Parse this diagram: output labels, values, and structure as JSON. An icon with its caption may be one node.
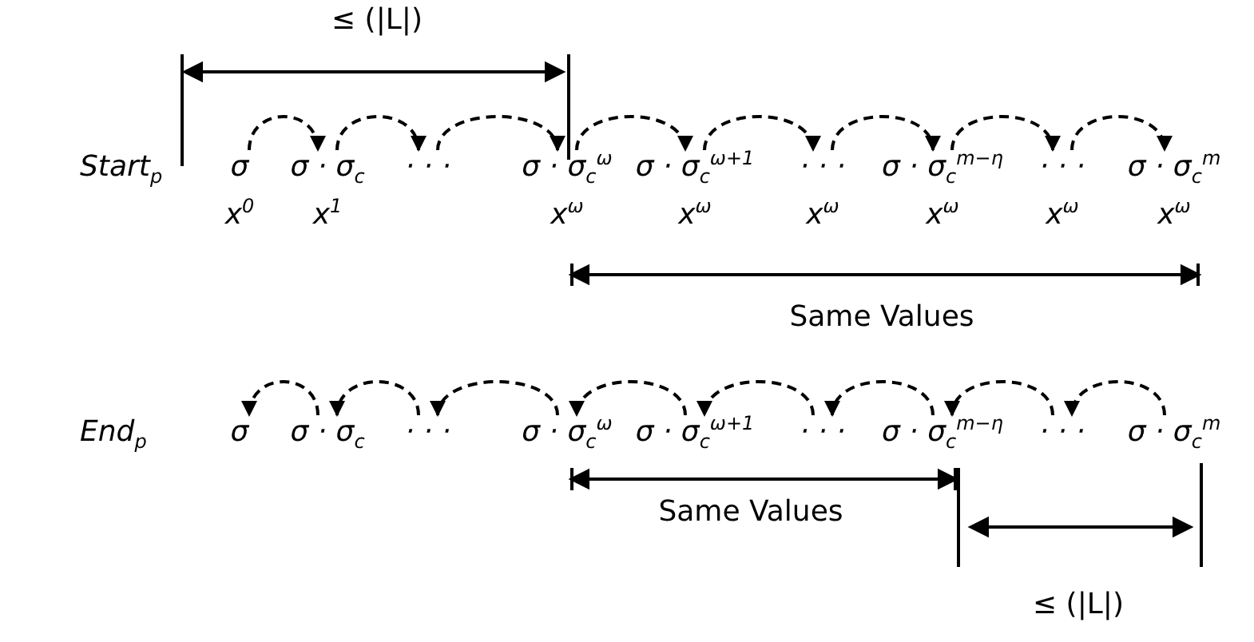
{
  "diagram": {
    "nodes": [
      {
        "text": [
          "σ"
        ],
        "beside": [
          "x$^{0}$"
        ]
      },
      {
        "text": [
          "σ · σ$_{c}$"
        ],
        "beside": [
          "x$^{1}$"
        ]
      },
      {
        "text": [
          "· · ·"
        ]
      },
      {
        "text": [
          "σ · σ$_{c}$$^{ω}$"
        ],
        "beside": [
          "x$^{ω}$"
        ]
      },
      {
        "text": [
          "σ · σ$_{c}$$^{ω+1}$"
        ],
        "beside": [
          "x$^{ω}$"
        ]
      },
      {
        "text": [
          "· · ·"
        ],
        "beside": [
          "x$^{ω}$"
        ]
      },
      {
        "text": [
          "σ · σ$_{c}$$^{m−η}$"
        ],
        "beside": [
          "x$^{ω}$"
        ]
      },
      {
        "text": [
          "· · ·"
        ],
        "beside": [
          "x$^{ω}$"
        ]
      },
      {
        "text": [
          "σ · σ$_{c}$$^{m}$"
        ],
        "beside": [
          "x$^{ω}$"
        ]
      },
      {
        "text": [
          "σ"
        ]
      },
      {
        "text": [
          "σ · σ$_{c}$"
        ]
      },
      {
        "text": [
          "· · ·"
        ]
      },
      {
        "text": [
          "σ · σ$_{c}$$^{ω}$"
        ]
      },
      {
        "text": [
          "σ · σ$_{c}$$^{ω+1}$"
        ]
      },
      {
        "text": [
          "· · ·"
        ]
      },
      {
        "text": [
          "σ · σ$_{c}$$^{m−η}$"
        ]
      },
      {
        "text": [
          "· · ·"
        ]
      },
      {
        "text": [
          "σ · σ$_{c}$$^{m}$"
        ]
      }
    ],
    "edges": [
      {
        "from": 0,
        "to": 1,
        "arrow": "to",
        "style": "dashed"
      },
      {
        "from": 1,
        "to": 2,
        "arrow": "to",
        "style": "dashed"
      },
      {
        "from": 2,
        "to": 3,
        "arrow": "to",
        "style": "dashed"
      },
      {
        "from": 3,
        "to": 4,
        "arrow": "to",
        "style": "dashed"
      },
      {
        "from": 4,
        "to": 5,
        "arrow": "to",
        "style": "dashed"
      },
      {
        "from": 5,
        "to": 6,
        "arrow": "to",
        "style": "dashed"
      },
      {
        "from": 6,
        "to": 7,
        "arrow": "to",
        "style": "dashed"
      },
      {
        "from": 7,
        "to": 8,
        "arrow": "to",
        "style": "dashed"
      },
      {
        "from": 10,
        "to": 9,
        "arrow": "to",
        "style": "dashed"
      },
      {
        "from": 11,
        "to": 10,
        "arrow": "to",
        "style": "dashed"
      },
      {
        "from": 12,
        "to": 11,
        "arrow": "to",
        "style": "dashed"
      },
      {
        "from": 13,
        "to": 12,
        "arrow": "to",
        "style": "dashed"
      },
      {
        "from": 14,
        "to": 13,
        "arrow": "to",
        "style": "dashed"
      },
      {
        "from": 15,
        "to": 14,
        "arrow": "to",
        "style": "dashed"
      },
      {
        "from": 16,
        "to": 15,
        "arrow": "to",
        "style": "dashed"
      },
      {
        "from": 17,
        "to": 16,
        "arrow": "to",
        "style": "dashed"
      }
    ],
    "labels": [
      "≤ (|L|)",
      "Start$_{p}$",
      "Same Values",
      "End$_{p}$",
      "Same Values",
      "≤ (|L|)"
    ]
  }
}
